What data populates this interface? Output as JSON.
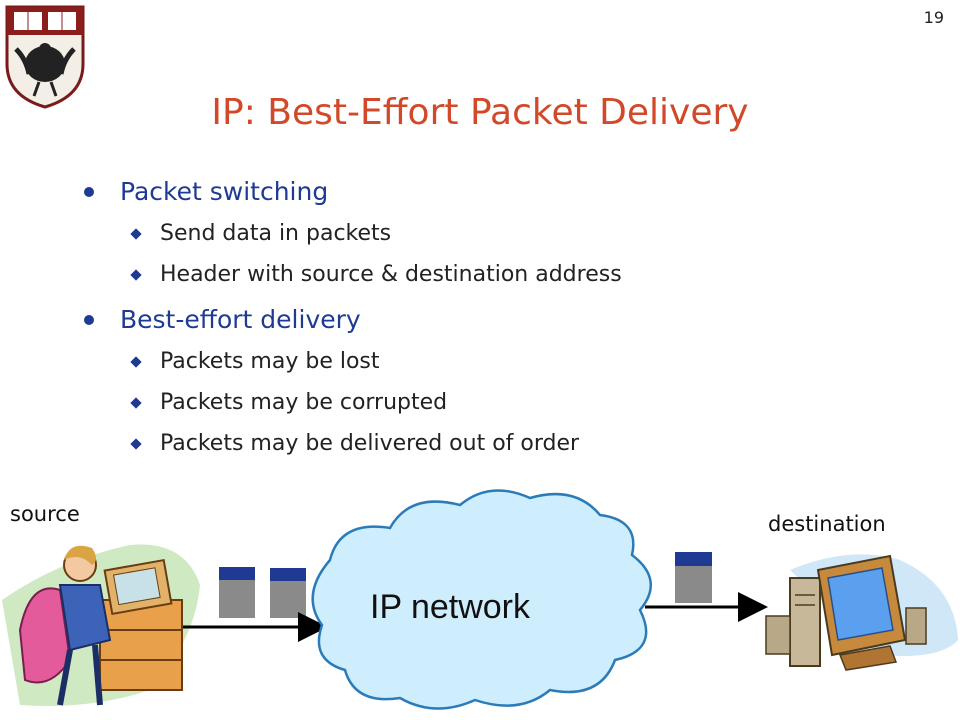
{
  "slide": {
    "number": "19",
    "title": "IP: Best-Effort Packet Delivery",
    "crest_icon": "university-crest-icon"
  },
  "bullets": [
    {
      "text": "Packet switching",
      "subs": [
        "Send data in packets",
        "Header with source & destination address"
      ]
    },
    {
      "text": "Best-effort delivery",
      "subs": [
        "Packets may be lost",
        "Packets may be corrupted",
        "Packets may be delivered out of order"
      ]
    }
  ],
  "diagram": {
    "source_label": "source",
    "destination_label": "destination",
    "network_label": "IP network",
    "source_icon": "person-at-computer-icon",
    "destination_icon": "desktop-computer-icon",
    "packet_icon": "packet-icon"
  },
  "colors": {
    "title": "#d2492a",
    "bullet_level1": "#1f3a93",
    "packet_header": "#1f3a93",
    "packet_body": "#8a8a8a",
    "cloud_fill": "#cfeefd"
  }
}
